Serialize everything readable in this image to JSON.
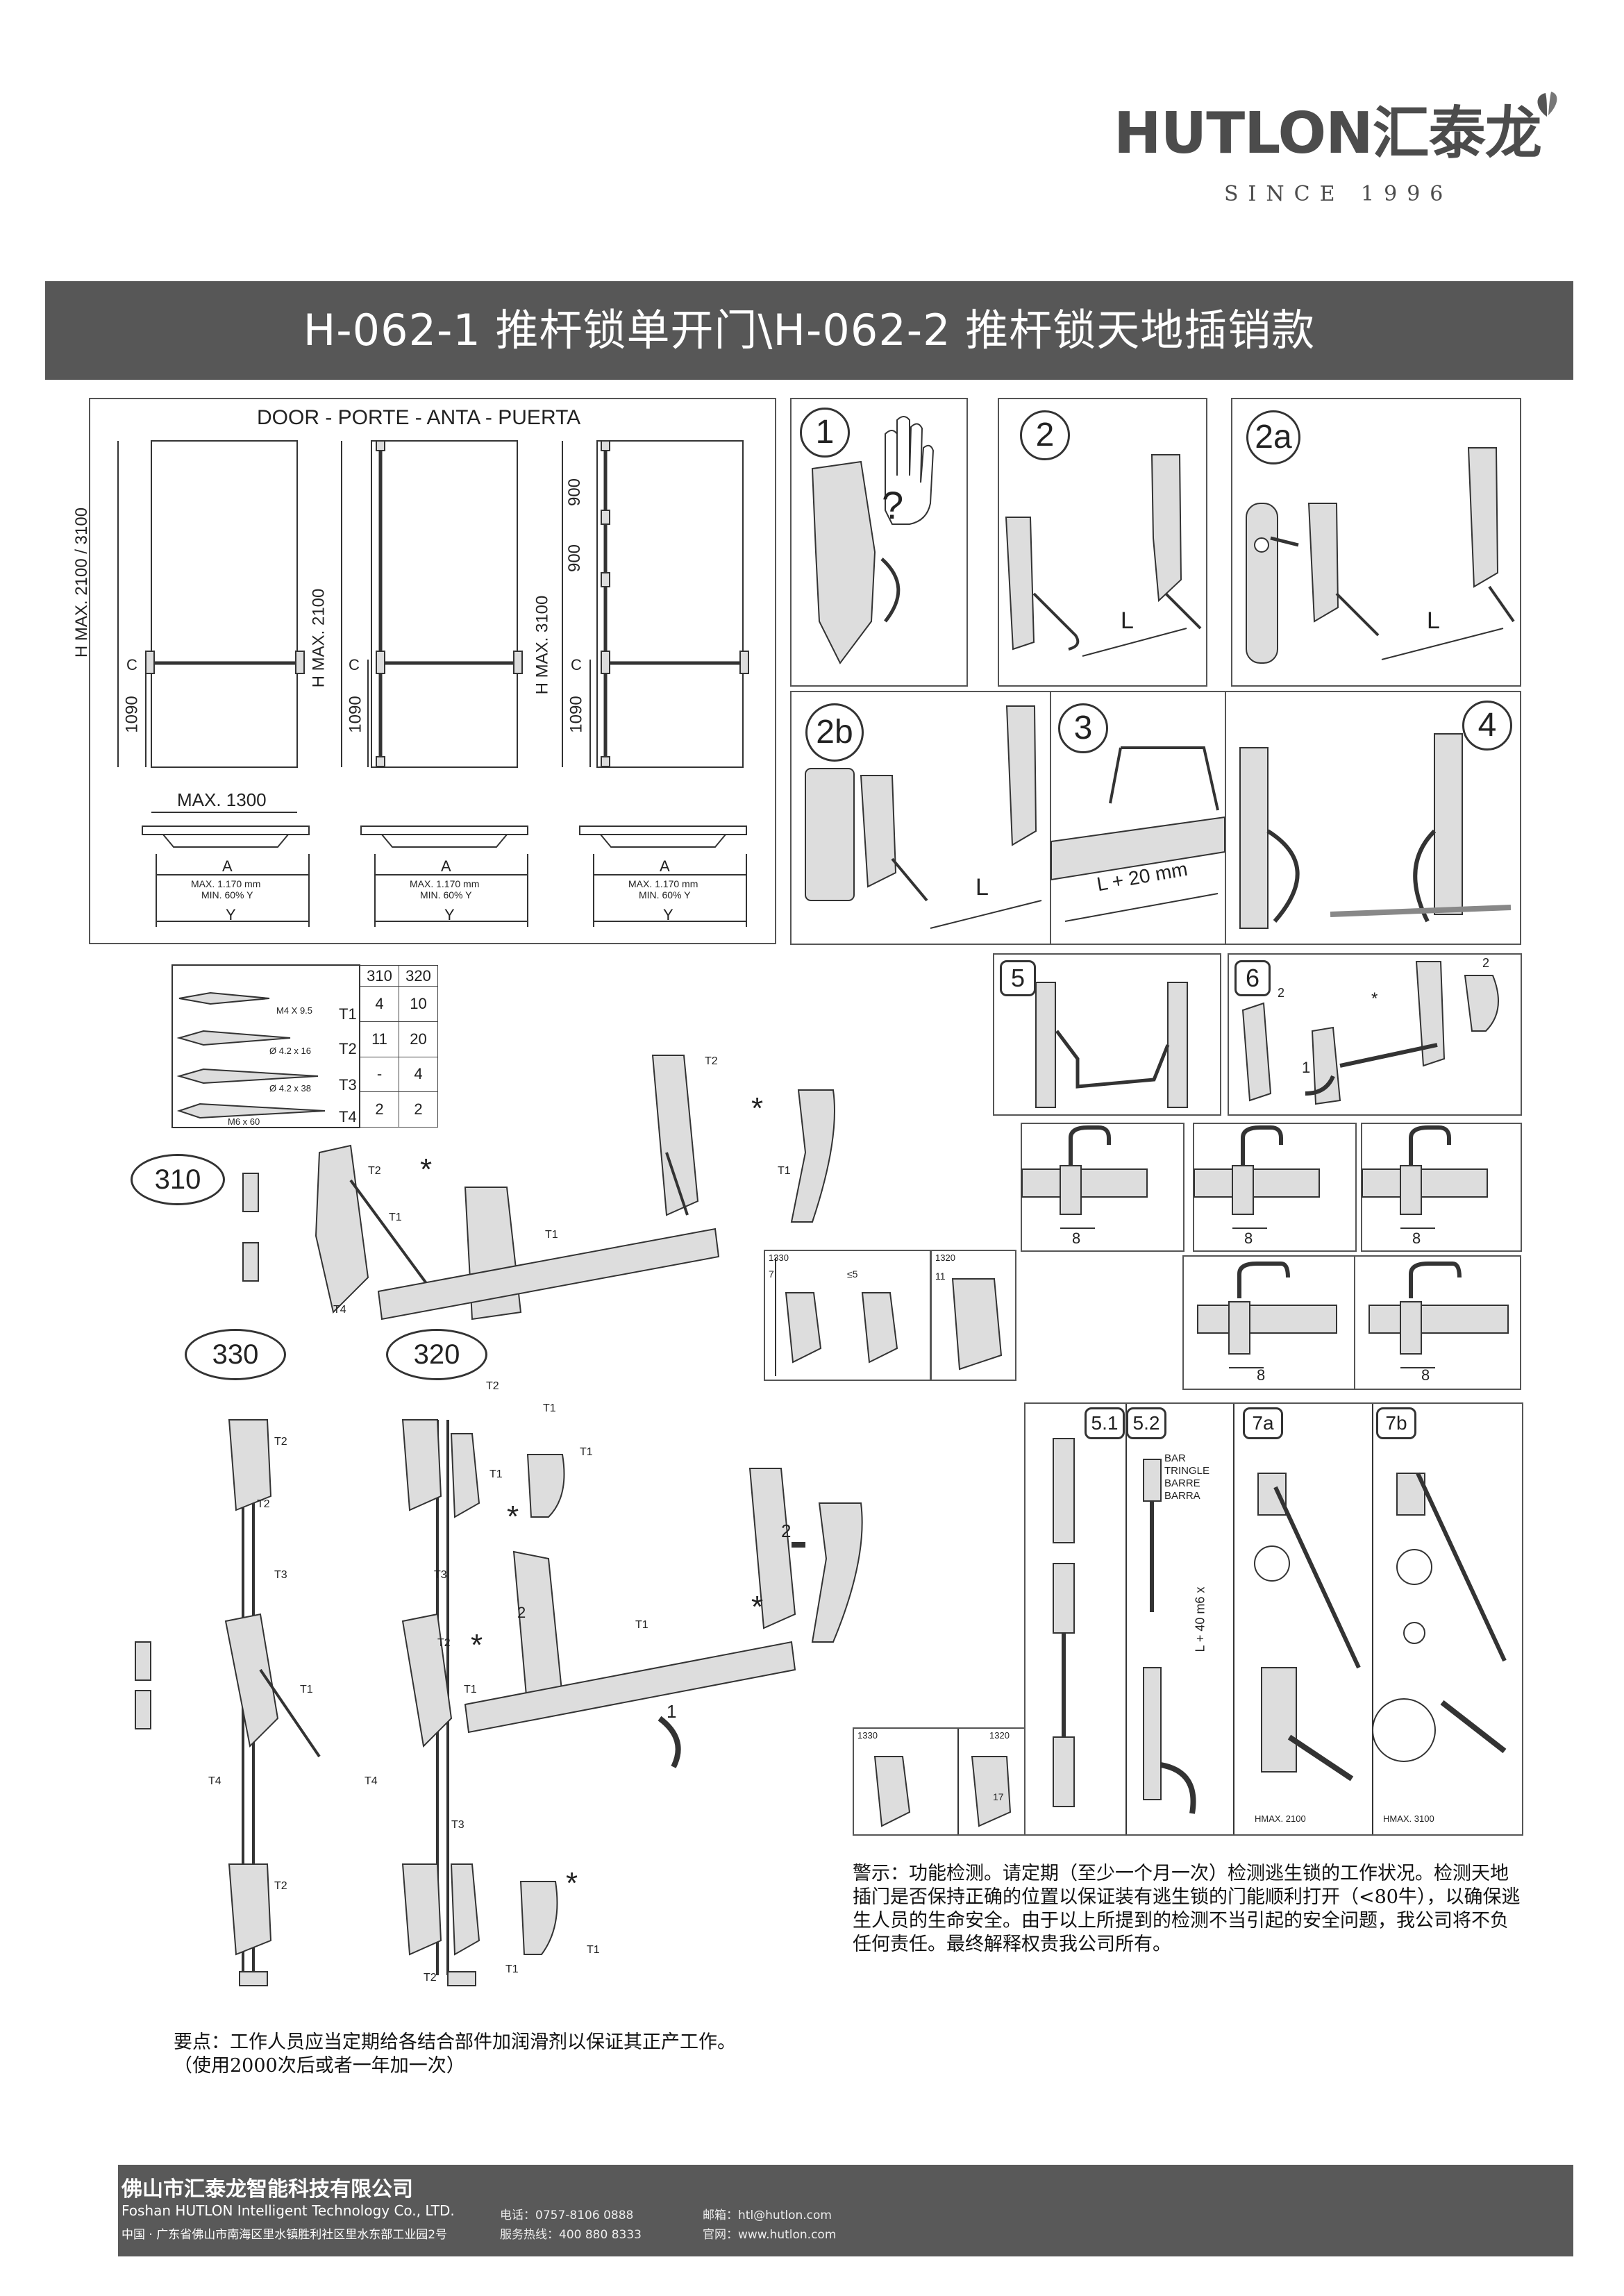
{
  "brand": {
    "name": "HUTLON汇泰龙",
    "since": "SINCE 1996"
  },
  "title": "H-062-1 推杆锁单开门\\H-062-2 推杆锁天地插销款",
  "door_panel": {
    "heading": "DOOR - PORTE - ANTA - PUERTA",
    "dims": {
      "h_max_1": "H MAX. 2100 / 3100",
      "h_1090": "1090",
      "h_max_2": "H MAX. 2100",
      "h_max_3": "H MAX. 3100",
      "d900a": "900",
      "d900b": "900",
      "c": "C",
      "max_width": "MAX. 1300"
    },
    "bar_a": "A",
    "bar_y": "Y",
    "bar_note_1": "MAX. 1.170 mm",
    "bar_note_2": "MIN. 60% Y"
  },
  "steps": {
    "s1": "1",
    "s2": "2",
    "s2a": "2a",
    "s2b": "2b",
    "s3": "3",
    "s4": "4",
    "s5": "5",
    "s6": "6",
    "s51": "5.1",
    "s52": "5.2",
    "s7a": "7a",
    "s7b": "7b",
    "L": "L",
    "L20": "L + 20 mm",
    "q": "?"
  },
  "screws": {
    "headers": [
      "310",
      "320"
    ],
    "rows": [
      {
        "spec": "M4 X 9.5",
        "tag": "T1",
        "v310": "4",
        "v320": "10"
      },
      {
        "spec": "Ø 4.2 x 16",
        "tag": "T2",
        "v310": "11",
        "v320": "20"
      },
      {
        "spec": "Ø 4.2 x 38",
        "tag": "T3",
        "v310": "-",
        "v320": "4"
      },
      {
        "spec": "M6 x 60",
        "tag": "T4",
        "v310": "2",
        "v320": "2"
      }
    ]
  },
  "models": {
    "m310": "310",
    "m330": "330",
    "m320": "320"
  },
  "labels": {
    "t1": "T1",
    "t2": "T2",
    "t3": "T3",
    "t4": "T4",
    "star": "*",
    "one": "1",
    "two": "2",
    "eight": "8"
  },
  "bar_tag": {
    "bar": "BAR",
    "tringle": "TRINGLE",
    "barre": "BARRE",
    "barra": "BARRA",
    "lplus": "L + 40 m6 x",
    "hmax2100": "HMAX. 2100",
    "hmax3100": "HMAX. 3100"
  },
  "detail_codes": {
    "c1330": "1330",
    "c1320": "1320",
    "c5": "≤5",
    "c7": "7",
    "c11": "11",
    "c17": "17"
  },
  "warning": "警示：功能检测。请定期（至少一个月一次）检测逃生锁的工作状况。检测天地插门是否保持正确的位置以保证装有逃生锁的门能顺利打开（<80牛），以确保逃生人员的生命安全。由于以上所提到的检测不当引起的安全问题，我公司将不负任何责任。最终解释权贵我公司所有。",
  "maintenance": "要点：工作人员应当定期给各结合部件加润滑剂以保证其正产工作。（使用2000次后或者一年加一次）",
  "footer": {
    "company_cn": "佛山市汇泰龙智能科技有限公司",
    "company_en": "Foshan HUTLON Intelligent Technology Co., LTD.",
    "address": "中国 · 广东省佛山市南海区里水镇胜利社区里水东部工业园2号",
    "phone": "电话：0757-8106 0888",
    "hotline": "服务热线：400 880 8333",
    "email": "邮箱：htl@hutlon.com",
    "website": "官网：www.hutlon.com"
  }
}
